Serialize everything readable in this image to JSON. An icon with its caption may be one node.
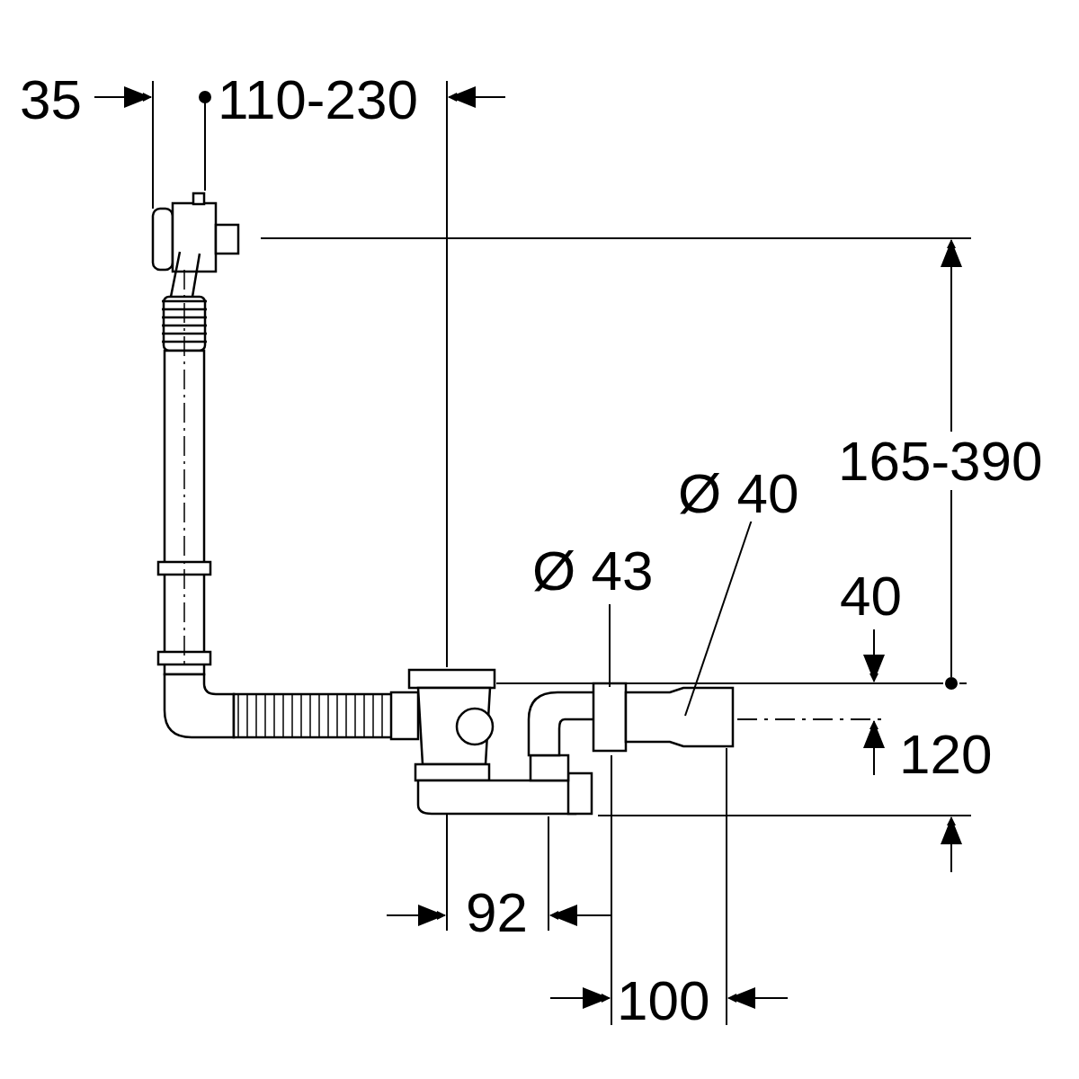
{
  "diagram": {
    "nodes": [
      {
        "text": [
          "Ø 43"
        ]
      },
      {
        "text": [
          "Ø 40"
        ]
      }
    ],
    "edges": [
      {
        "from": 0,
        "to": null,
        "arrow": "none"
      },
      {
        "from": 1,
        "to": null,
        "arrow": "none"
      }
    ],
    "labels": [
      "35",
      "110-230",
      "165-390",
      "40",
      "120",
      "92",
      "100"
    ]
  }
}
